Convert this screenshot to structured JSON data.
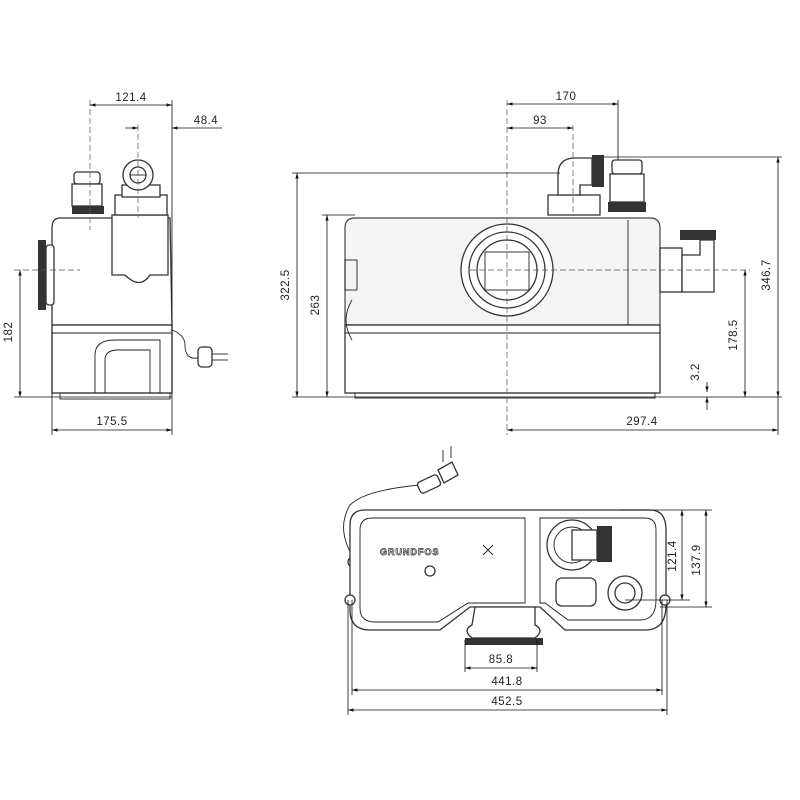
{
  "side_view": {
    "dims": {
      "top_width": "121.4",
      "outlet_offset": "48.4",
      "inlet_height": "182",
      "width": "175.5"
    }
  },
  "front_view": {
    "dims": {
      "outlet_distance": "170",
      "elbow_distance": "93",
      "total_height": "322.5",
      "body_height": "263",
      "max_height": "346.7",
      "side_inlet_height": "178.5",
      "foot_height": "3.2",
      "right_length": "297.4"
    }
  },
  "top_view": {
    "logo": "GRUNDFOS",
    "dims": {
      "inlet_depth": "121.4",
      "total_depth": "137.9",
      "inlet_diameter": "85.8",
      "mount_distance": "441.8",
      "total_length": "452.5"
    }
  }
}
